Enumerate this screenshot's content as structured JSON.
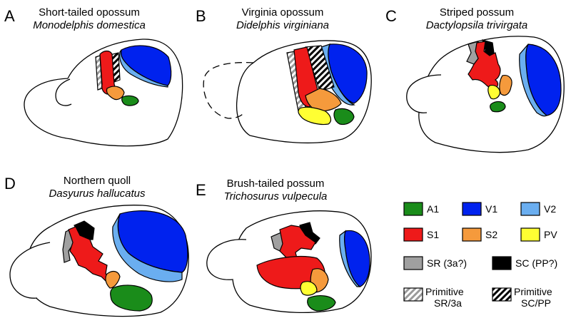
{
  "colors": {
    "A1": "#1a8c1a",
    "V1": "#0022ee",
    "V2": "#6aaef0",
    "S1": "#ee1a1a",
    "S2": "#f59a3c",
    "PV": "#ffff33",
    "SR": "#a0a0a0",
    "SC": "#000000"
  },
  "panels": [
    {
      "letter": "A",
      "common": "Short-tailed opossum",
      "latin": "Monodelphis domestica"
    },
    {
      "letter": "B",
      "common": "Virginia opossum",
      "latin": "Didelphis virginiana"
    },
    {
      "letter": "C",
      "common": "Striped possum",
      "latin": "Dactylopsila trivirgata"
    },
    {
      "letter": "D",
      "common": "Northern quoll",
      "latin": "Dasyurus hallucatus"
    },
    {
      "letter": "E",
      "common": "Brush-tailed possum",
      "latin": "Trichosurus vulpecula"
    }
  ],
  "legend": [
    {
      "key": "A1",
      "label": "A1",
      "swatch": "solid"
    },
    {
      "key": "V1",
      "label": "V1",
      "swatch": "solid"
    },
    {
      "key": "V2",
      "label": "V2",
      "swatch": "solid"
    },
    {
      "key": "S1",
      "label": "S1",
      "swatch": "solid"
    },
    {
      "key": "S2",
      "label": "S2",
      "swatch": "solid"
    },
    {
      "key": "PV",
      "label": "PV",
      "swatch": "solid"
    },
    {
      "key": "SR",
      "label": "SR (3a?)",
      "swatch": "solid"
    },
    {
      "key": "SC",
      "label": "SC (PP?)",
      "swatch": "solid"
    },
    {
      "key": "primitive_sr",
      "label_line1": "Primitive",
      "label_line2": "SR/3a",
      "swatch": "grey-hatch"
    },
    {
      "key": "primitive_sc",
      "label_line1": "Primitive",
      "label_line2": "SC/PP",
      "swatch": "black-hatch"
    }
  ]
}
